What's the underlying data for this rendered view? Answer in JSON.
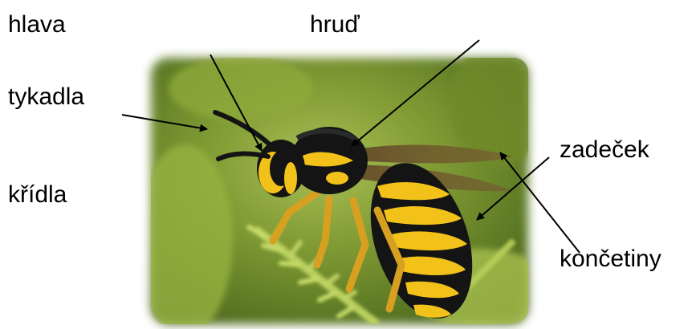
{
  "labels": {
    "hlava": "hlava",
    "hrud": "hruď",
    "tykadla": "tykadla",
    "zadecek": "zadeček",
    "kridla": "křídla",
    "koncetiny": "končetiny"
  },
  "colors": {
    "background": "#ffffff",
    "text": "#000000",
    "arrow": "#000000",
    "photo_background": "#8aa63a",
    "wasp_yellow": "#f2c21a",
    "wasp_black": "#141414",
    "wing": "#6b4a2a"
  }
}
